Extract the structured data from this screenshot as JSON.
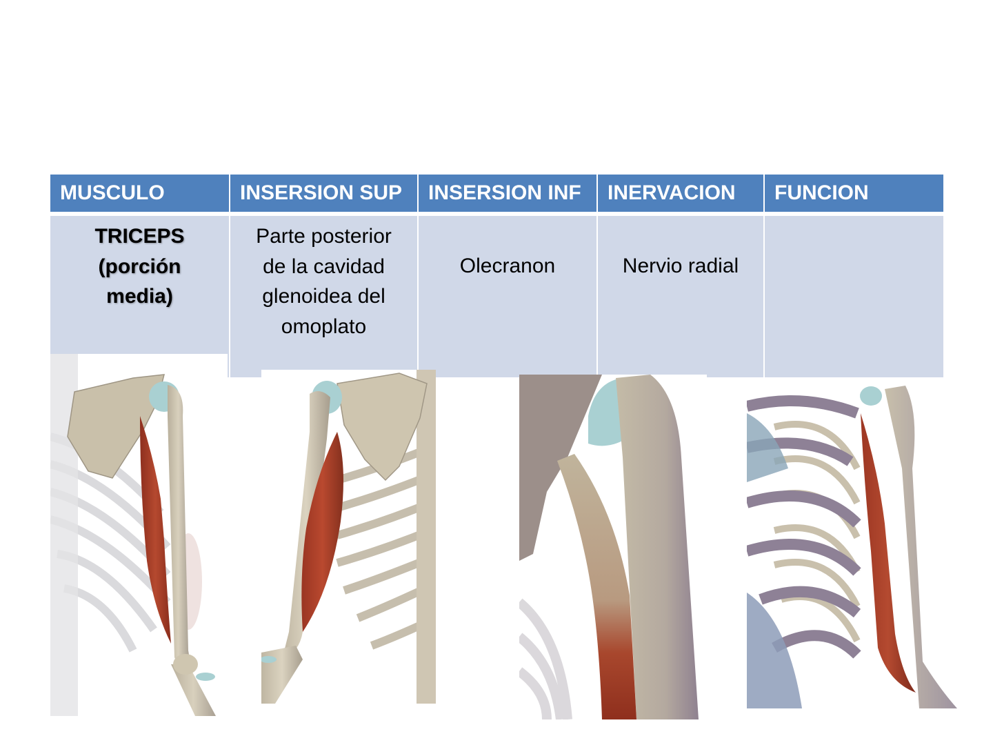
{
  "table": {
    "headers": [
      "MUSCULO",
      "INSERSION SUP",
      "INSERSION INF",
      "INERVACION",
      "FUNCION"
    ],
    "rows": [
      {
        "musculo": "TRICEPS (porción media)",
        "musculo_lines": [
          "TRICEPS",
          "(porción",
          "media)"
        ],
        "insersion_sup": "Parte posterior de la cavidad glenoidea del omoplato",
        "insersion_sup_lines": [
          "Parte posterior",
          "de la cavidad",
          "glenoidea del",
          "omoplato"
        ],
        "insersion_inf": "Olecranon",
        "inervacion": "Nervio radial",
        "funcion": ""
      }
    ]
  },
  "colors": {
    "header_bg": "#4f81bd",
    "row_bg": "#d0d8e8",
    "muscle_red": "#a8402a",
    "bone": "#cfc6b0",
    "cartilage": "#a9d0d2"
  },
  "figures": [
    {
      "name": "anatomy-figure-1",
      "description": "Anterior view of arm with triceps long head highlighted"
    },
    {
      "name": "anatomy-figure-2",
      "description": "Posterior view of shoulder and ribcage with triceps highlighted"
    },
    {
      "name": "anatomy-figure-3",
      "description": "Close-up of shoulder joint with triceps origin"
    },
    {
      "name": "anatomy-figure-4",
      "description": "Lateral view of ribcage and arm with triceps highlighted"
    }
  ]
}
